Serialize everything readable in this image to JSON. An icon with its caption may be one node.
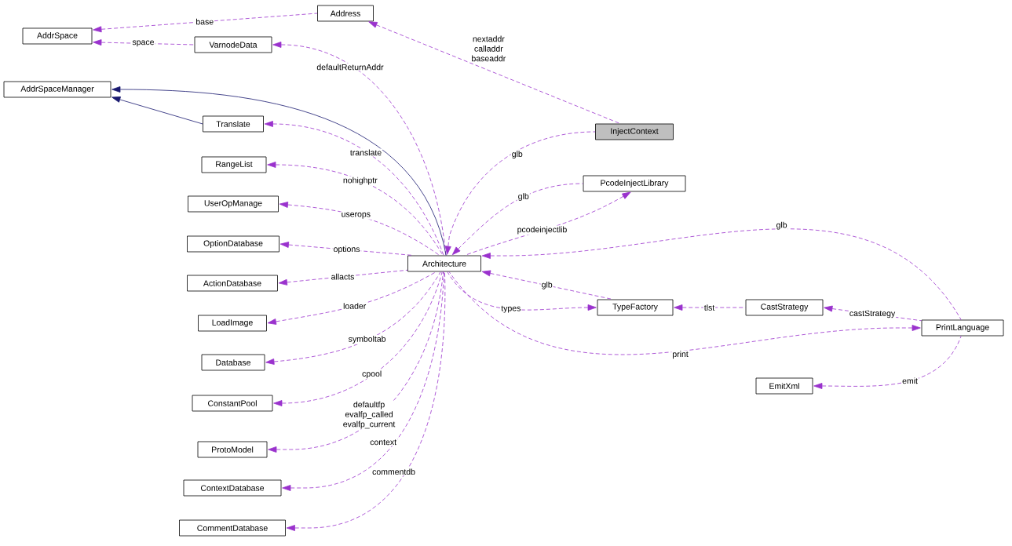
{
  "diagram": {
    "nodes": [
      {
        "text": [
          "Address"
        ]
      },
      {
        "text": [
          "AddrSpace"
        ]
      },
      {
        "text": [
          "VarnodeData"
        ]
      },
      {
        "text": [
          "AddrSpaceManager"
        ]
      },
      {
        "text": [
          "Translate"
        ]
      },
      {
        "text": [
          "RangeList"
        ]
      },
      {
        "text": [
          "UserOpManage"
        ]
      },
      {
        "text": [
          "OptionDatabase"
        ]
      },
      {
        "text": [
          "ActionDatabase"
        ]
      },
      {
        "text": [
          "LoadImage"
        ]
      },
      {
        "text": [
          "Database"
        ]
      },
      {
        "text": [
          "ConstantPool"
        ]
      },
      {
        "text": [
          "ProtoModel"
        ]
      },
      {
        "text": [
          "ContextDatabase"
        ]
      },
      {
        "text": [
          "CommentDatabase"
        ]
      },
      {
        "text": [
          "Architecture"
        ]
      },
      {
        "text": [
          "InjectContext"
        ]
      },
      {
        "text": [
          "PcodeInjectLibrary"
        ]
      },
      {
        "text": [
          "TypeFactory"
        ]
      },
      {
        "text": [
          "CastStrategy"
        ]
      },
      {
        "text": [
          "PrintLanguage"
        ]
      },
      {
        "text": [
          "EmitXml"
        ]
      }
    ],
    "edges": [
      {
        "from": 16,
        "to": 0,
        "arrow": "to",
        "label": "nextaddr calladdr baseaddr",
        "style": "dashed"
      },
      {
        "from": 0,
        "to": 1,
        "arrow": "to",
        "label": "base",
        "style": "dashed"
      },
      {
        "from": 2,
        "to": 1,
        "arrow": "to",
        "label": "space",
        "style": "dashed"
      },
      {
        "from": 15,
        "to": 2,
        "arrow": "to",
        "label": "defaultReturnAddr",
        "style": "dashed"
      },
      {
        "from": 15,
        "to": 3,
        "arrow": "to",
        "color": "#191970"
      },
      {
        "from": 4,
        "to": 3,
        "arrow": "to",
        "color": "#191970"
      },
      {
        "from": 15,
        "to": 4,
        "arrow": "to",
        "label": "translate",
        "style": "dashed"
      },
      {
        "from": 15,
        "to": 5,
        "arrow": "to",
        "label": "nohighptr",
        "style": "dashed"
      },
      {
        "from": 15,
        "to": 6,
        "arrow": "to",
        "label": "userops",
        "style": "dashed"
      },
      {
        "from": 15,
        "to": 7,
        "arrow": "to",
        "label": "options",
        "style": "dashed"
      },
      {
        "from": 15,
        "to": 8,
        "arrow": "to",
        "label": "allacts",
        "style": "dashed"
      },
      {
        "from": 15,
        "to": 9,
        "arrow": "to",
        "label": "loader",
        "style": "dashed"
      },
      {
        "from": 15,
        "to": 10,
        "arrow": "to",
        "label": "symboltab",
        "style": "dashed"
      },
      {
        "from": 15,
        "to": 11,
        "arrow": "to",
        "label": "cpool",
        "style": "dashed"
      },
      {
        "from": 15,
        "to": 12,
        "arrow": "to",
        "label": "defaultfp evalfp_called evalfp_current",
        "style": "dashed"
      },
      {
        "from": 15,
        "to": 13,
        "arrow": "to",
        "label": "context",
        "style": "dashed"
      },
      {
        "from": 15,
        "to": 14,
        "arrow": "to",
        "label": "commentdb",
        "style": "dashed"
      },
      {
        "from": 16,
        "to": 15,
        "arrow": "to",
        "label": "glb",
        "style": "dashed"
      },
      {
        "from": 17,
        "to": 15,
        "arrow": "to",
        "label": "glb",
        "style": "dashed"
      },
      {
        "from": 15,
        "to": 17,
        "arrow": "to",
        "label": "pcodeinjectlib",
        "style": "dashed"
      },
      {
        "from": 18,
        "to": 15,
        "arrow": "to",
        "label": "glb",
        "style": "dashed"
      },
      {
        "from": 20,
        "to": 15,
        "arrow": "to",
        "label": "glb",
        "style": "dashed"
      },
      {
        "from": 15,
        "to": 18,
        "arrow": "to",
        "label": "types",
        "style": "dashed"
      },
      {
        "from": 19,
        "to": 18,
        "arrow": "to",
        "label": "tlst",
        "style": "dashed"
      },
      {
        "from": 20,
        "to": 19,
        "arrow": "to",
        "label": "castStrategy",
        "style": "dashed"
      },
      {
        "from": 15,
        "to": 20,
        "arrow": "to",
        "label": "print",
        "style": "dashed"
      },
      {
        "from": 20,
        "to": 21,
        "arrow": "to",
        "label": "emit",
        "style": "dashed"
      }
    ]
  }
}
